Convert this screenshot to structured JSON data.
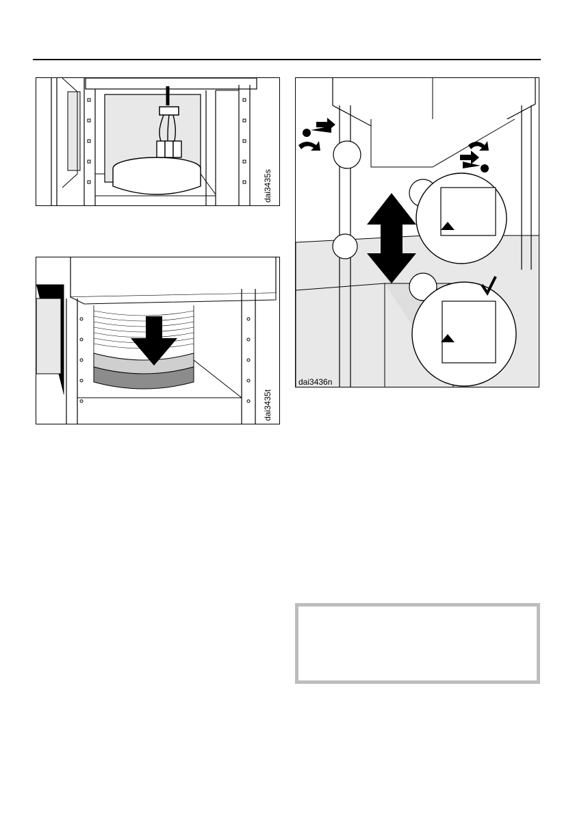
{
  "figures": {
    "fig1": {
      "code": "dai3435s"
    },
    "fig2": {
      "code": "dai3435t"
    },
    "fig3": {
      "code": "dai3436n"
    }
  },
  "colors": {
    "line": "#000000",
    "shade_light": "#e8e8e8",
    "shade_mid": "#cfcfcf",
    "shade_dark": "#8c8c8c",
    "note_border": "#bdbdbd"
  }
}
